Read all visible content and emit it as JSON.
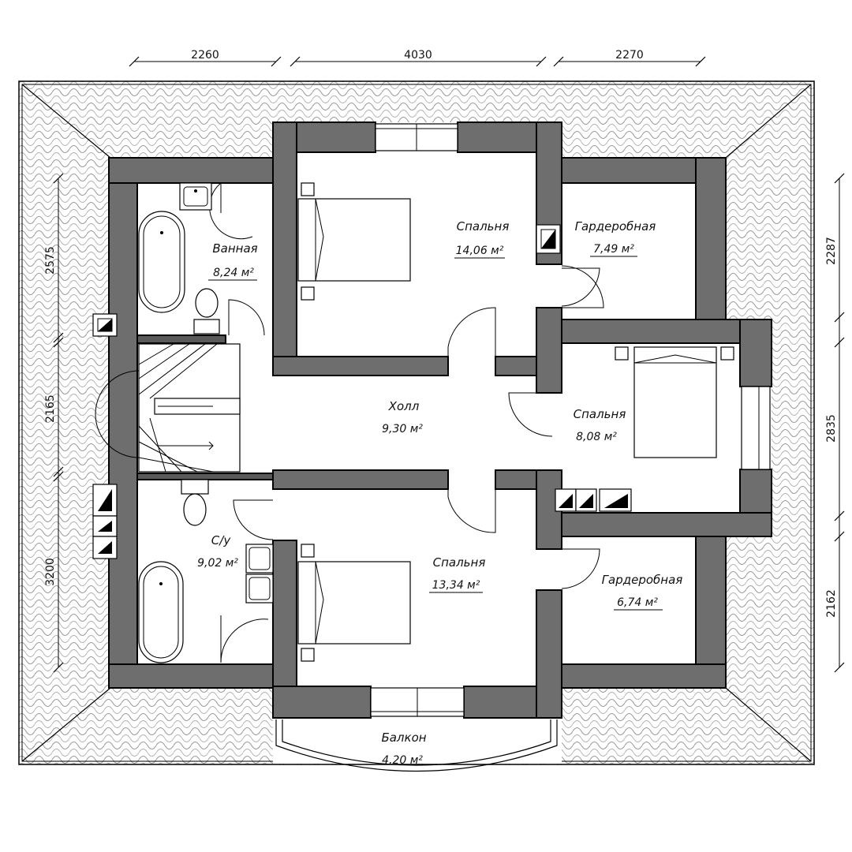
{
  "dimensions": {
    "top": [
      "2260",
      "4030",
      "2270"
    ],
    "left": [
      "2575",
      "2165",
      "3200"
    ],
    "right": [
      "2287",
      "2835",
      "2162"
    ]
  },
  "rooms": {
    "bathroom": {
      "name": "Ванная",
      "area": "8,24 м²"
    },
    "bedroom_top": {
      "name": "Спальня",
      "area": "14,06 м²"
    },
    "wardrobe_top": {
      "name": "Гардеробная",
      "area": "7,49 м²"
    },
    "hall": {
      "name": "Холл",
      "area": "9,30 м²"
    },
    "bedroom_right": {
      "name": "Спальня",
      "area": "8,08 м²"
    },
    "wc": {
      "name": "С/у",
      "area": "9,02 м²"
    },
    "bedroom_bottom": {
      "name": "Спальня",
      "area": "13,34 м²"
    },
    "wardrobe_bottom": {
      "name": "Гардеробная",
      "area": "6,74 м²"
    },
    "balcony": {
      "name": "Балкон",
      "area": "4,20 м²"
    }
  },
  "colors": {
    "wall": "#6e6e6e",
    "roof_tile_stroke": "#9a9a9a",
    "background": "#ffffff"
  },
  "icons": [
    "chimney-vent-icon",
    "bathtub-icon",
    "toilet-icon",
    "sink-icon",
    "bed-icon",
    "staircase-icon",
    "door-swing-icon",
    "window-icon"
  ]
}
